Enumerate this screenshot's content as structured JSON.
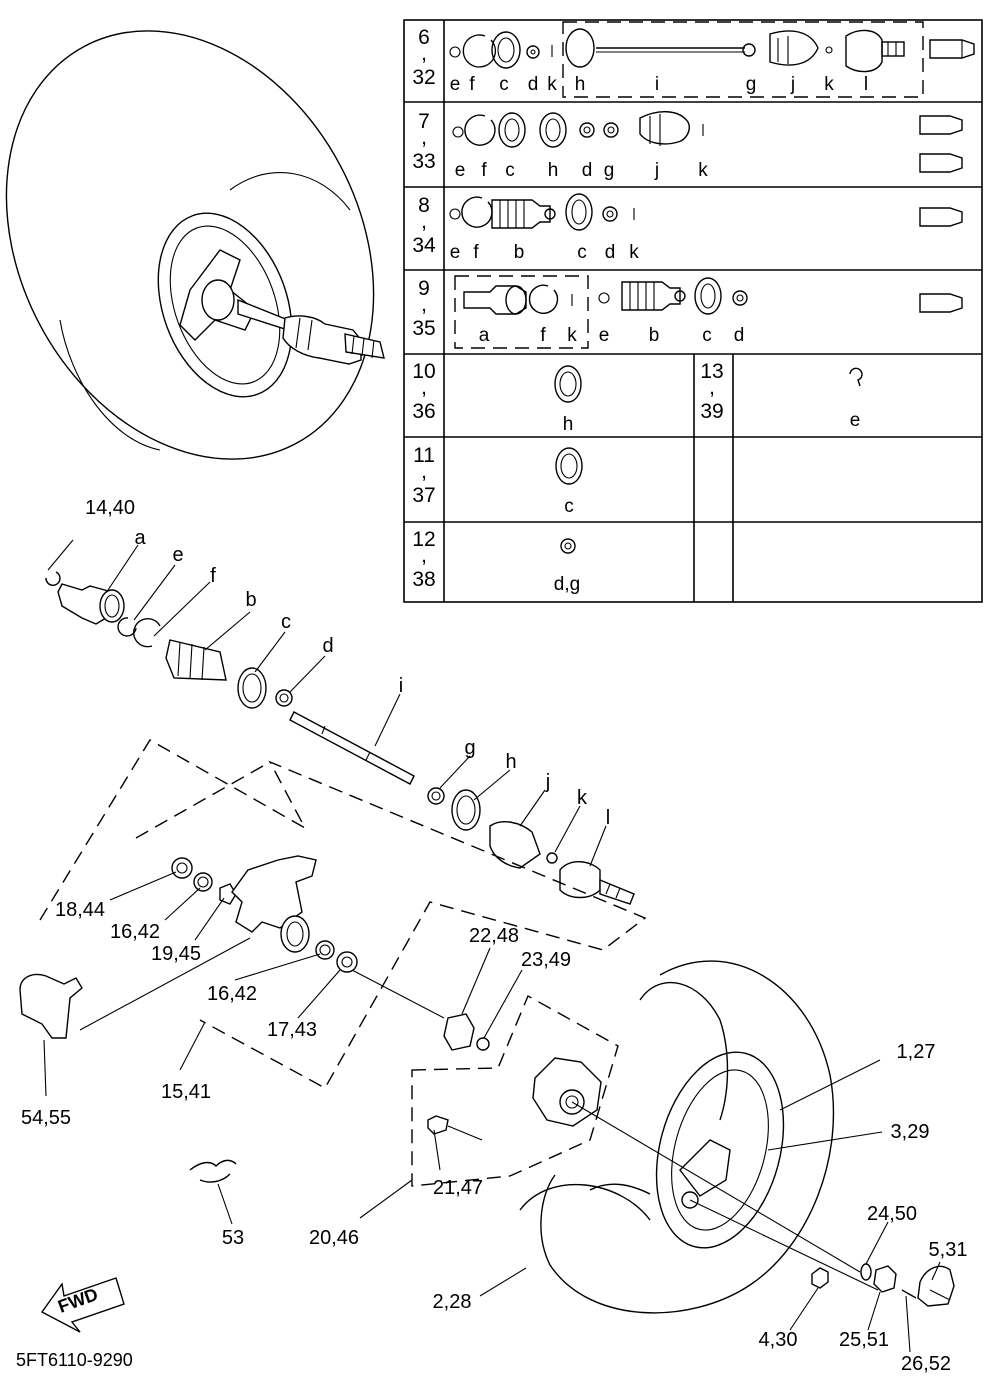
{
  "diagram_code": "5FT6110-9290",
  "fwd_label": "FWD",
  "kit_table": {
    "rows": [
      {
        "refs": [
          "6",
          ",",
          "32"
        ],
        "letters": [
          "e",
          "f",
          "c",
          "d",
          "k",
          "h",
          "i",
          "g",
          "j",
          "k",
          "l"
        ]
      },
      {
        "refs": [
          "7",
          ",",
          "33"
        ],
        "letters": [
          "e",
          "f",
          "c",
          "h",
          "d",
          "g",
          "j",
          "k"
        ]
      },
      {
        "refs": [
          "8",
          ",",
          "34"
        ],
        "letters": [
          "e",
          "f",
          "b",
          "c",
          "d",
          "k"
        ]
      },
      {
        "refs": [
          "9",
          ",",
          "35"
        ],
        "letters": [
          "a",
          "f",
          "k",
          "e",
          "b",
          "c",
          "d"
        ]
      },
      {
        "refs": [
          "10",
          ",",
          "36"
        ],
        "letters": [
          "h"
        ],
        "refs2": [
          "13",
          ",",
          "39"
        ],
        "letters2": [
          "e"
        ]
      },
      {
        "refs": [
          "11",
          ",",
          "37"
        ],
        "letters": [
          "c"
        ]
      },
      {
        "refs": [
          "12",
          ",",
          "38"
        ],
        "letters": [
          "d,g"
        ]
      }
    ]
  },
  "callouts": {
    "c14_40": "14,40",
    "a": "a",
    "e": "e",
    "f": "f",
    "b": "b",
    "c": "c",
    "d": "d",
    "i": "i",
    "g": "g",
    "h": "h",
    "j": "j",
    "k": "k",
    "l": "l",
    "c18_44": "18,44",
    "c16_42a": "16,42",
    "c19_45": "19,45",
    "c16_42b": "16,42",
    "c17_43": "17,43",
    "c22_48": "22,48",
    "c23_49": "23,49",
    "c54_55": "54,55",
    "c15_41": "15,41",
    "c53": "53",
    "c20_46": "20,46",
    "c21_47": "21,47",
    "c1_27": "1,27",
    "c3_29": "3,29",
    "c24_50": "24,50",
    "c5_31": "5,31",
    "c2_28": "2,28",
    "c4_30": "4,30",
    "c25_51": "25,51",
    "c26_52": "26,52"
  }
}
